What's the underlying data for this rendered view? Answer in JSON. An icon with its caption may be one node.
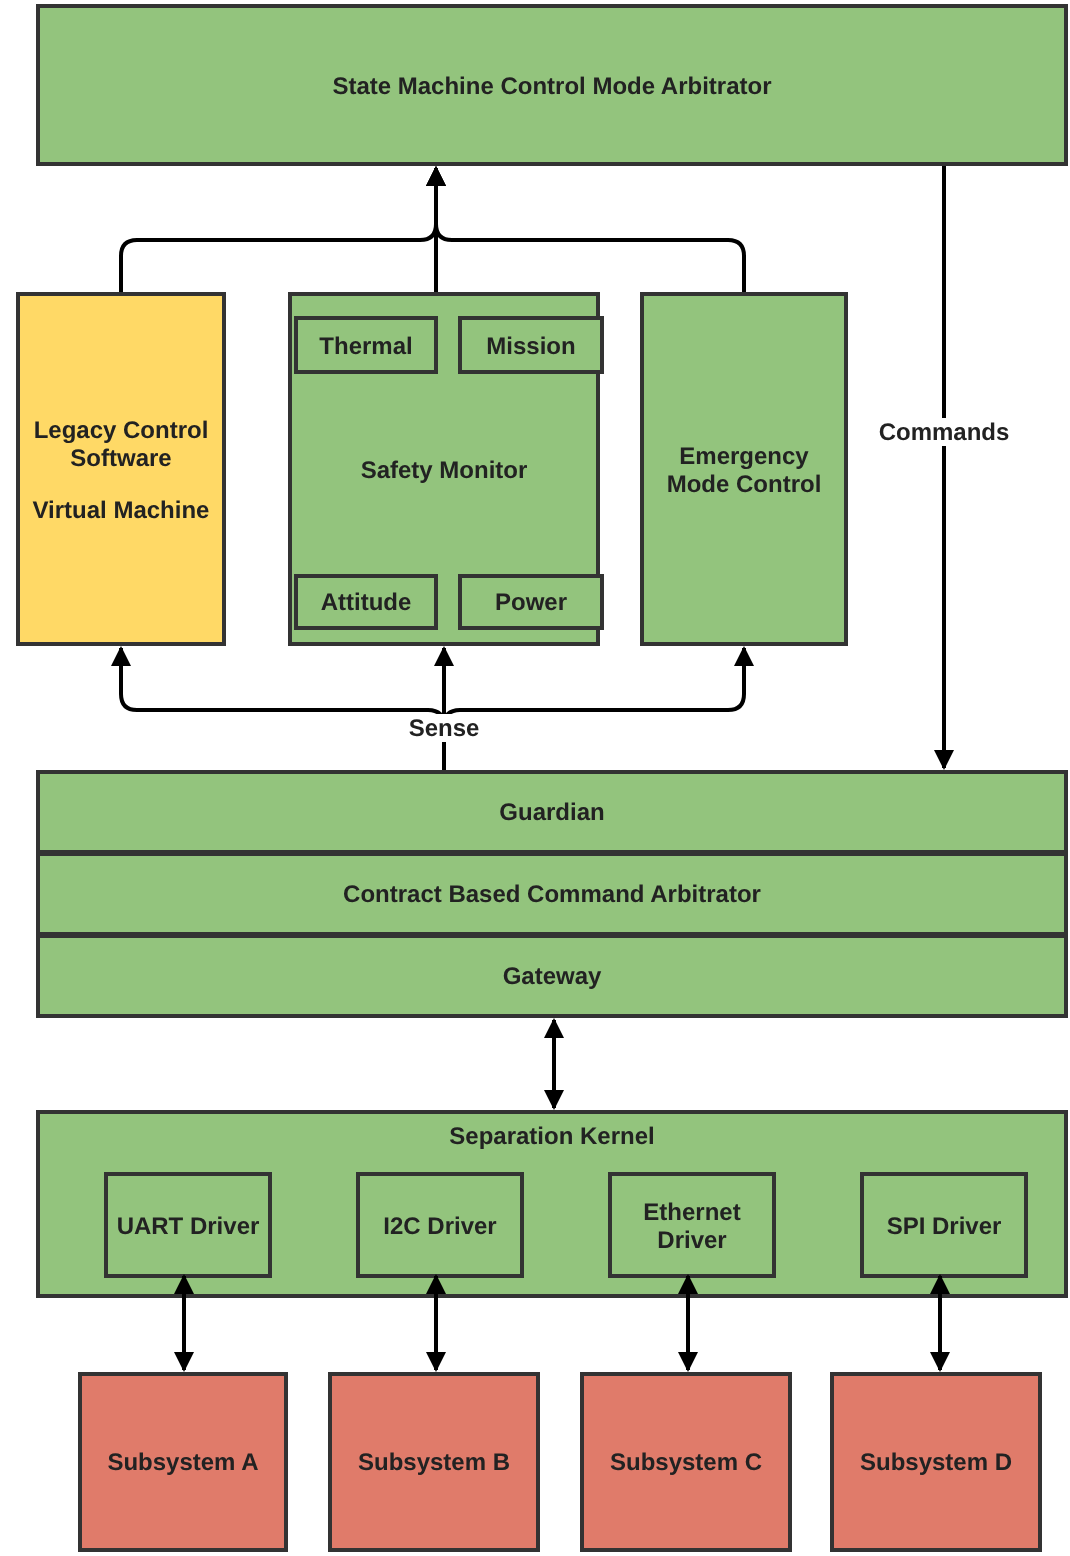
{
  "diagram": {
    "nodes": [
      {
        "text": [
          "State Machine Control Mode Arbitrator"
        ]
      },
      {
        "text": [
          "Legacy Control Software",
          "Virtual Machine"
        ]
      },
      {
        "text": [
          "Safety Monitor"
        ]
      },
      {
        "text": [
          "Thermal"
        ],
        "in": 2
      },
      {
        "text": [
          "Mission"
        ],
        "in": 2
      },
      {
        "text": [
          "Attitude"
        ],
        "in": 2
      },
      {
        "text": [
          "Power"
        ],
        "in": 2
      },
      {
        "text": [
          "Emergency Mode Control"
        ]
      },
      {
        "text": [
          "Guardian"
        ]
      },
      {
        "text": [
          "Contract Based Command Arbitrator"
        ]
      },
      {
        "text": [
          "Gateway"
        ]
      },
      {
        "text": [
          "Separation Kernel"
        ]
      },
      {
        "text": [
          "UART Driver"
        ],
        "in": 11
      },
      {
        "text": [
          "I2C Driver"
        ],
        "in": 11
      },
      {
        "text": [
          "Ethernet Driver"
        ],
        "in": 11
      },
      {
        "text": [
          "SPI Driver"
        ],
        "in": 11
      },
      {
        "text": [
          "Subsystem A"
        ]
      },
      {
        "text": [
          "Subsystem B"
        ]
      },
      {
        "text": [
          "Subsystem C"
        ]
      },
      {
        "text": [
          "Subsystem D"
        ]
      }
    ],
    "edges": [
      {
        "from": 1,
        "to": 0,
        "arrow": "to"
      },
      {
        "from": 2,
        "to": 0,
        "arrow": "to"
      },
      {
        "from": 7,
        "to": 0,
        "arrow": "to"
      },
      {
        "from": 0,
        "to": 8,
        "arrow": "to",
        "label": "Commands"
      },
      {
        "from": 8,
        "to": 1,
        "arrow": "to"
      },
      {
        "from": 8,
        "to": 2,
        "arrow": "to",
        "label": "Sense"
      },
      {
        "from": 8,
        "to": 7,
        "arrow": "to"
      },
      {
        "from": 10,
        "to": 11,
        "arrow": "both"
      },
      {
        "from": 12,
        "to": 16,
        "arrow": "both"
      },
      {
        "from": 13,
        "to": 17,
        "arrow": "both"
      },
      {
        "from": 14,
        "to": 18,
        "arrow": "both"
      },
      {
        "from": 15,
        "to": 19,
        "arrow": "both"
      }
    ]
  }
}
